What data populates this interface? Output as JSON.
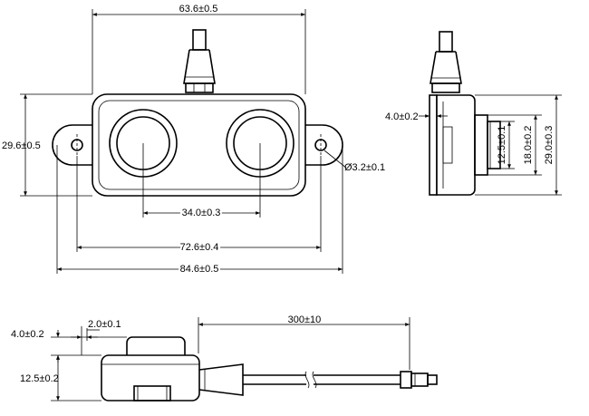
{
  "front_view": {
    "width_top": "63.6±0.5",
    "height_left": "29.6±0.5",
    "hole_diameter": "Ø3.2±0.1",
    "sensor_spacing": "34.0±0.3",
    "hole_spacing": "72.6±0.4",
    "overall_width": "84.6±0.5"
  },
  "side_view": {
    "flange_thickness": "4.0±0.2",
    "inner_height": "12.5±0.1",
    "mid_height": "18.0±0.2",
    "overall_height": "29.0±0.3"
  },
  "bottom_view": {
    "top_step": "4.0±0.2",
    "lip": "2.0±0.1",
    "cable_length": "300±10",
    "body_height": "12.5±0.2"
  }
}
